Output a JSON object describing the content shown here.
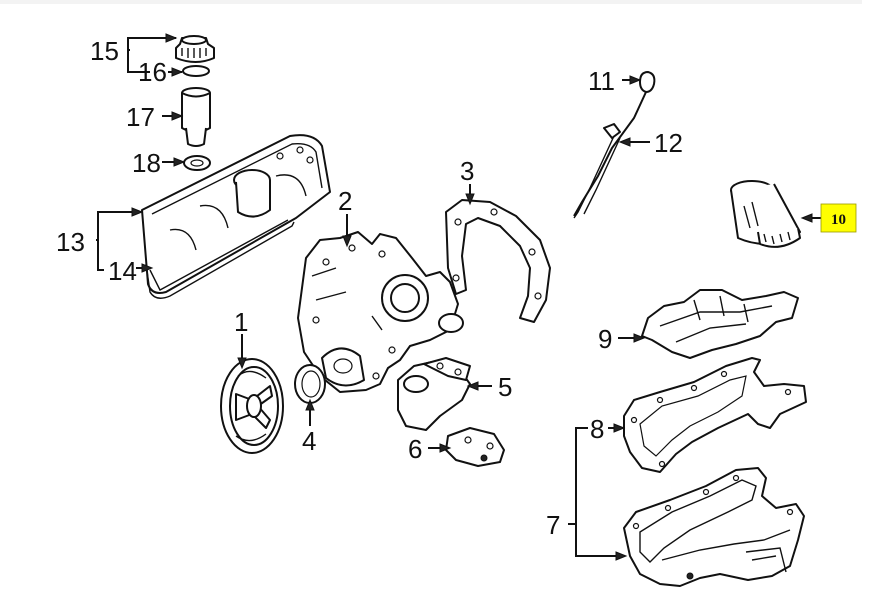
{
  "diagram": {
    "title": "Engine parts exploded view",
    "highlight_color": "#ffff00",
    "callouts": [
      {
        "id": "c1",
        "label": "1"
      },
      {
        "id": "c2",
        "label": "2"
      },
      {
        "id": "c3",
        "label": "3"
      },
      {
        "id": "c4",
        "label": "4"
      },
      {
        "id": "c5",
        "label": "5"
      },
      {
        "id": "c6",
        "label": "6"
      },
      {
        "id": "c7",
        "label": "7"
      },
      {
        "id": "c8",
        "label": "8"
      },
      {
        "id": "c9",
        "label": "9"
      },
      {
        "id": "c10",
        "label": "10",
        "highlighted": true
      },
      {
        "id": "c11",
        "label": "11"
      },
      {
        "id": "c12",
        "label": "12"
      },
      {
        "id": "c13",
        "label": "13"
      },
      {
        "id": "c14",
        "label": "14"
      },
      {
        "id": "c15",
        "label": "15"
      },
      {
        "id": "c16",
        "label": "16"
      },
      {
        "id": "c17",
        "label": "17"
      },
      {
        "id": "c18",
        "label": "18"
      }
    ]
  }
}
